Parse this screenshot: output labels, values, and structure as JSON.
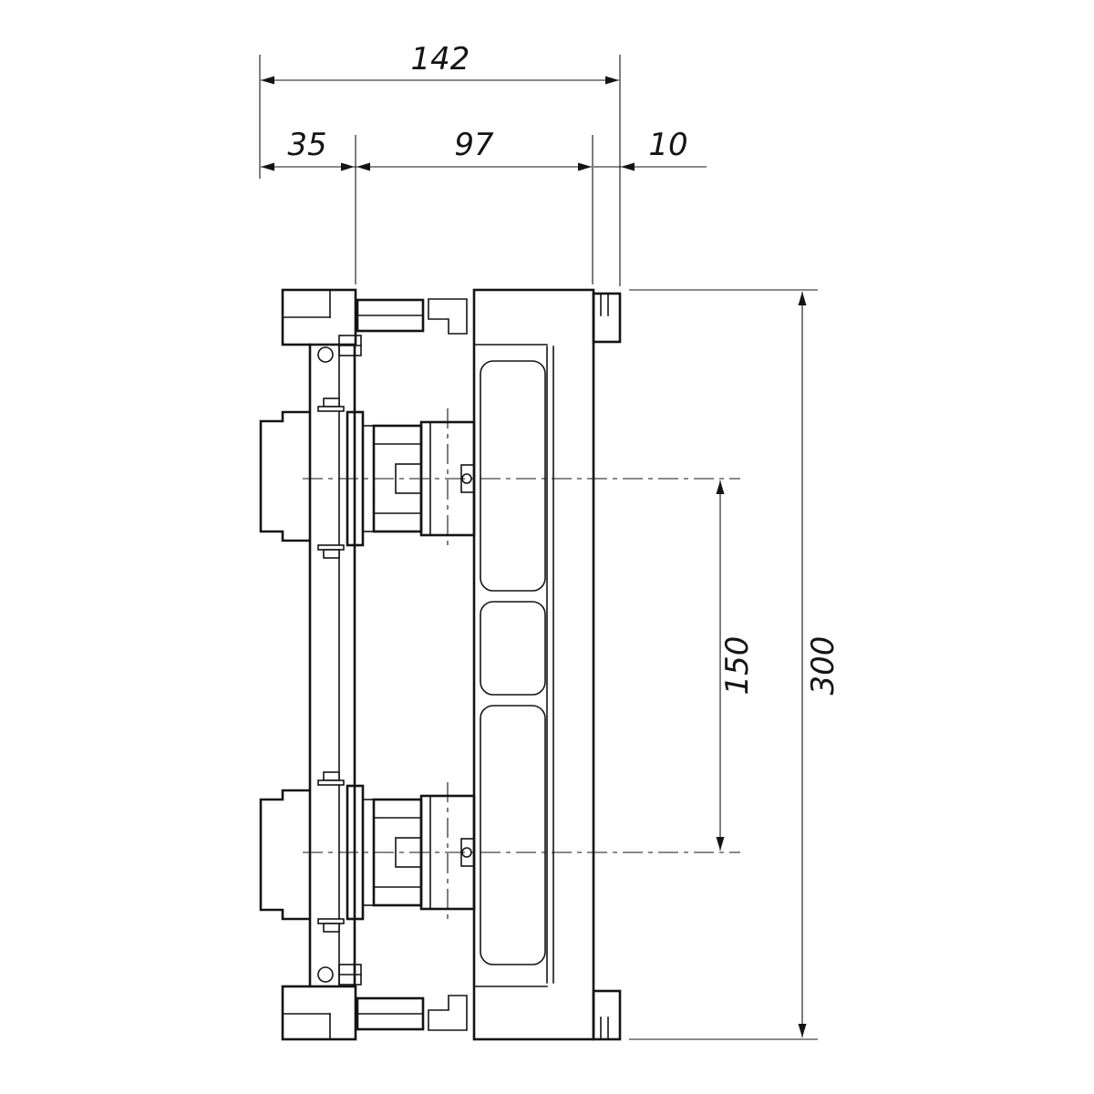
{
  "drawing": {
    "type": "technical-dimension-drawing",
    "background_color": "#ffffff",
    "line_color": "#141414",
    "dimensions": {
      "total_width": "142",
      "left_offset": "35",
      "middle_width": "97",
      "right_offset": "10",
      "center_spacing": "150",
      "total_height": "300"
    }
  }
}
